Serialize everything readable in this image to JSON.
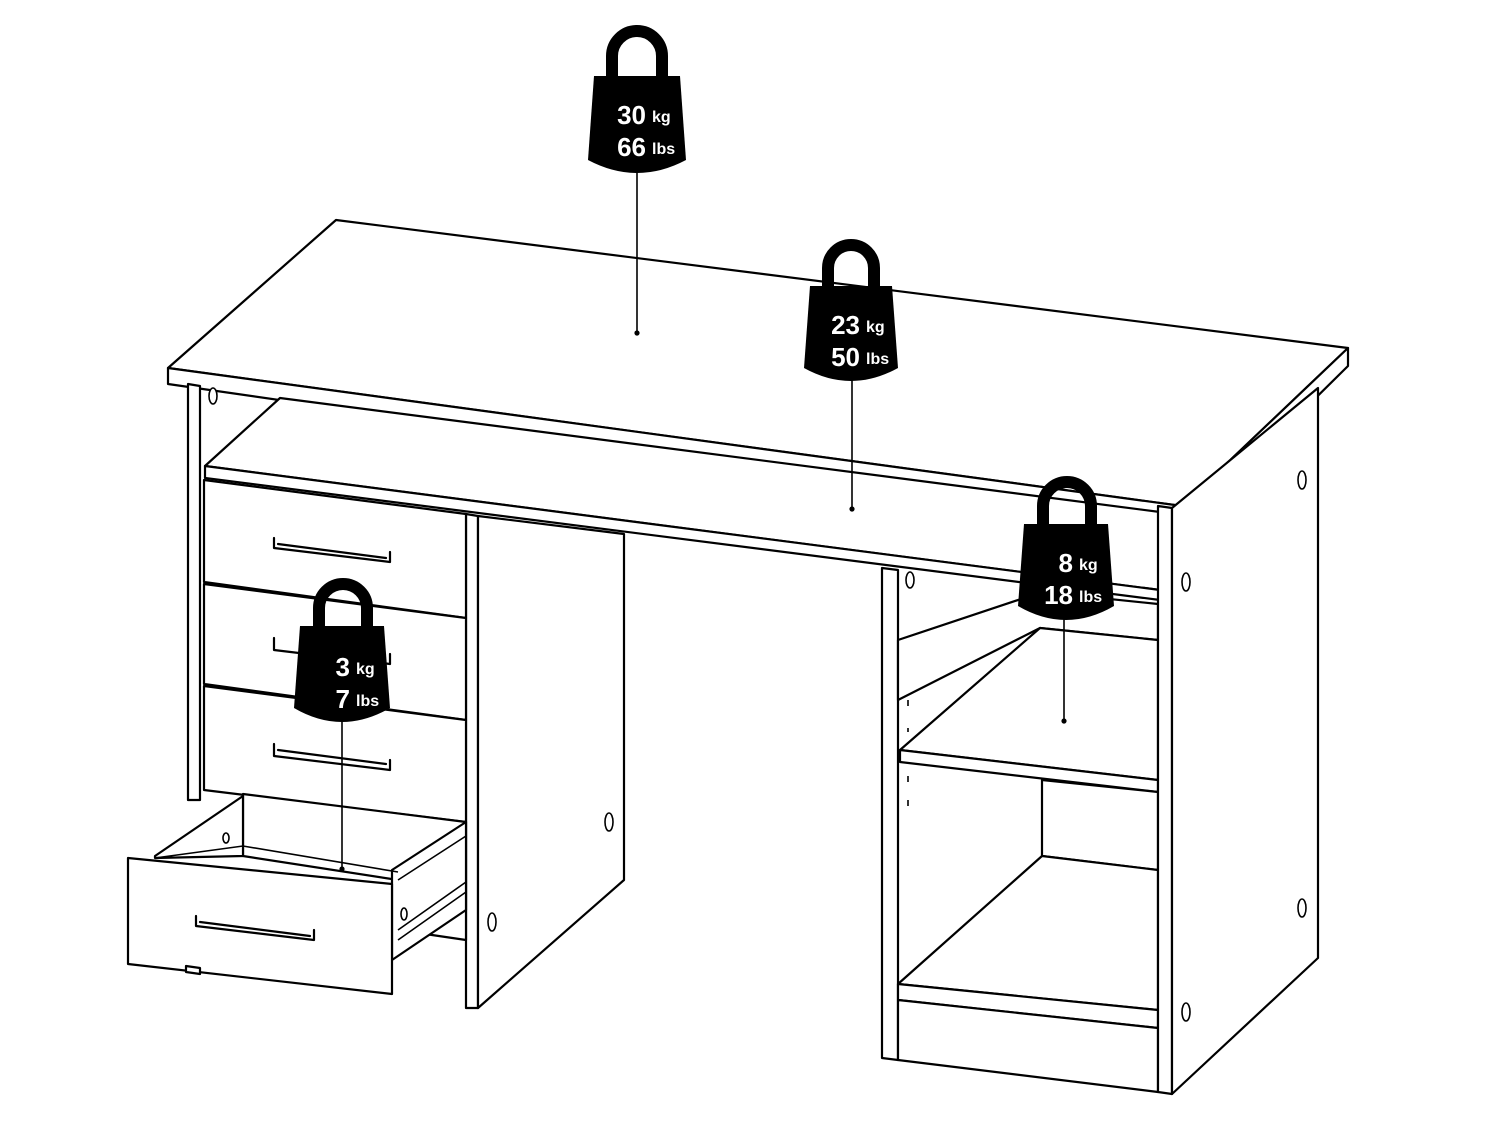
{
  "weights": [
    {
      "id": "desktop",
      "kg": "30",
      "kg_unit": "kg",
      "lbs": "66",
      "lbs_unit": "lbs"
    },
    {
      "id": "keyboard-shelf",
      "kg": "23",
      "kg_unit": "kg",
      "lbs": "50",
      "lbs_unit": "lbs"
    },
    {
      "id": "side-shelf",
      "kg": "8",
      "kg_unit": "kg",
      "lbs": "18",
      "lbs_unit": "lbs"
    },
    {
      "id": "drawer",
      "kg": "3",
      "kg_unit": "kg",
      "lbs": "7",
      "lbs_unit": "lbs"
    }
  ],
  "colors": {
    "line": "#000000",
    "weight_fill": "#000000",
    "weight_text": "#ffffff",
    "background": "#ffffff"
  }
}
